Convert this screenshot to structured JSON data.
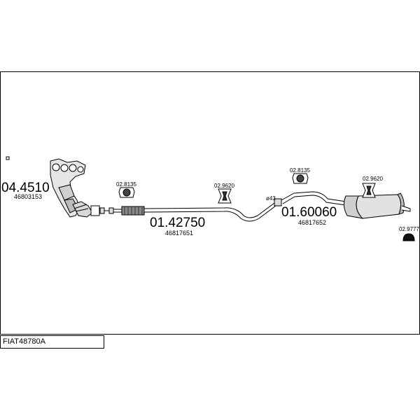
{
  "diagram": {
    "parts": [
      {
        "code": "04.4510",
        "ref": "46803153"
      },
      {
        "code": "02.8135"
      },
      {
        "code": "02.9620"
      },
      {
        "code": "01.42750",
        "ref": "46817651"
      },
      {
        "code": "02.8135"
      },
      {
        "code": "02.9620"
      },
      {
        "code": "01.60060",
        "ref": "46817652"
      },
      {
        "code": "02.9777"
      }
    ],
    "pipe_diameter_label": "ø43"
  },
  "kit_code": "FIAT48780A"
}
